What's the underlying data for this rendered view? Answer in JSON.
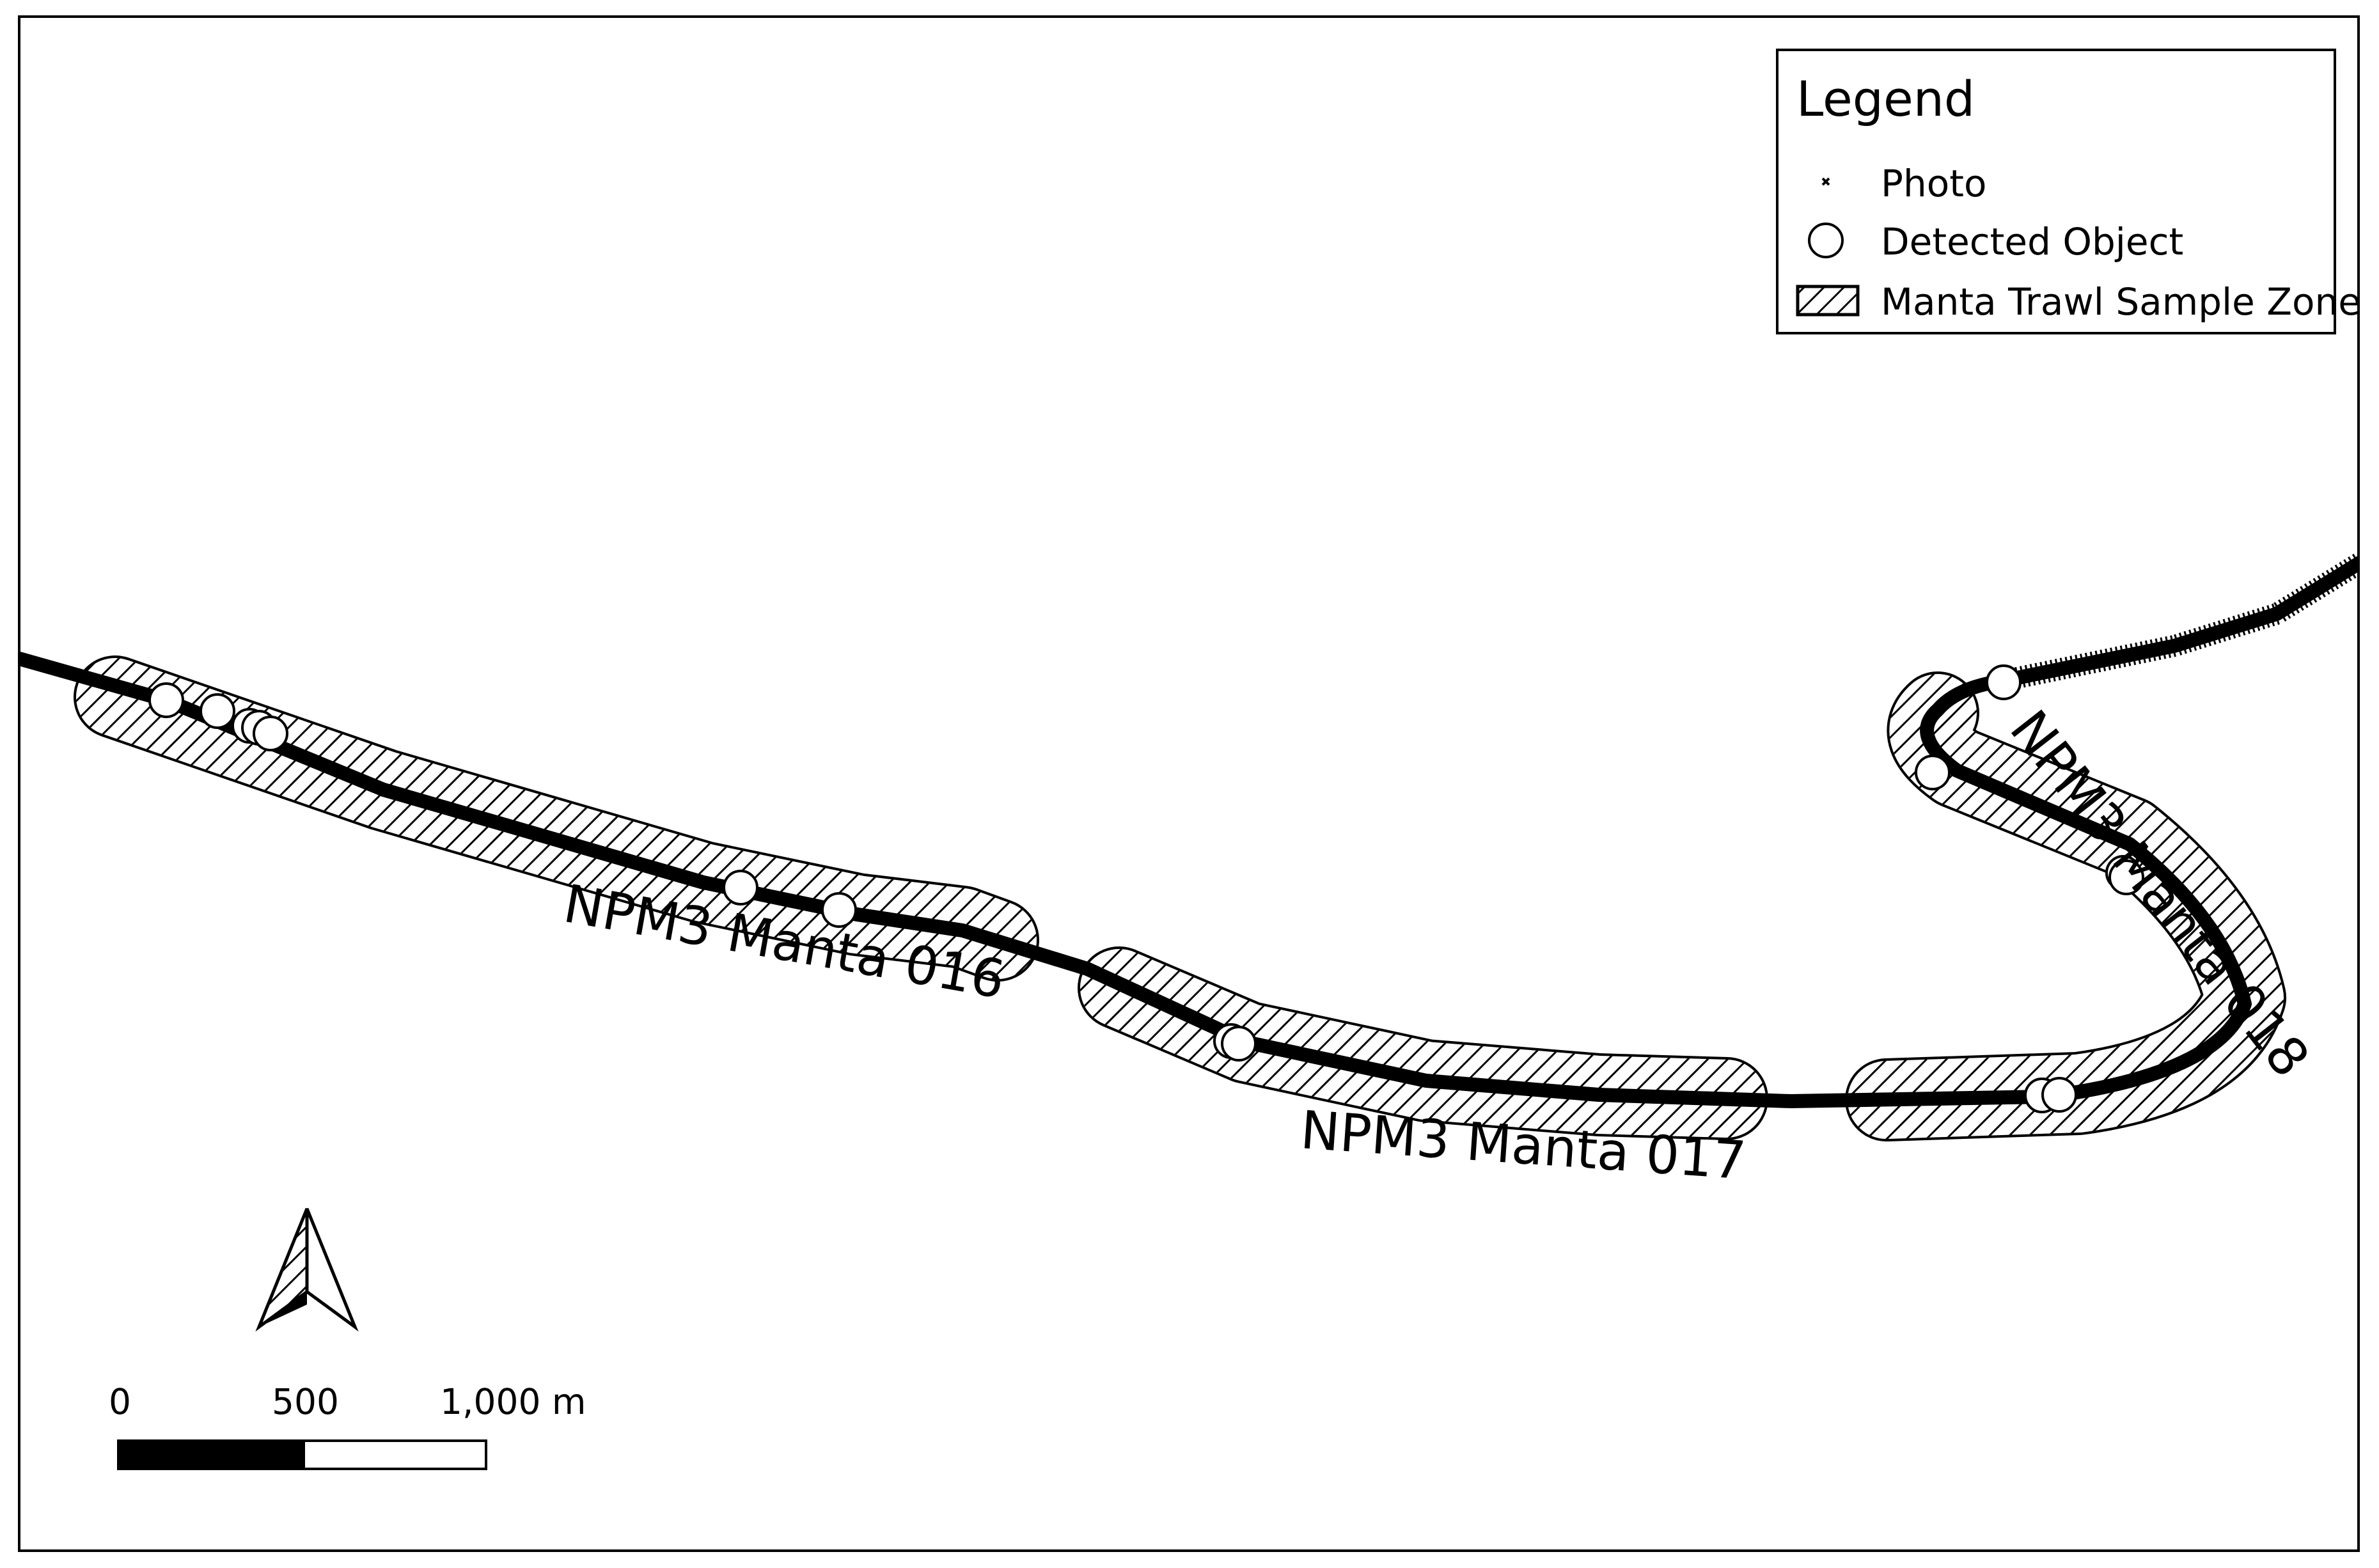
{
  "legend": {
    "title": "Legend",
    "items": [
      {
        "label": "Photo",
        "symbol": "cross-marker-icon"
      },
      {
        "label": "Detected Object",
        "symbol": "circle-marker-icon"
      },
      {
        "label": "Manta Trawl Sample Zone",
        "symbol": "hatched-box-icon"
      }
    ]
  },
  "track_labels": [
    "NPM3 Manta 016",
    "NPM3 Manta 017",
    "NPM3 Manta 018"
  ],
  "scale_bar": {
    "labels": [
      "0",
      "500",
      "1,000 m"
    ]
  },
  "north_arrow": {
    "icon": "north-arrow-icon"
  },
  "colors": {
    "line": "#000000",
    "background": "#ffffff",
    "marker_fill": "#ffffff"
  }
}
